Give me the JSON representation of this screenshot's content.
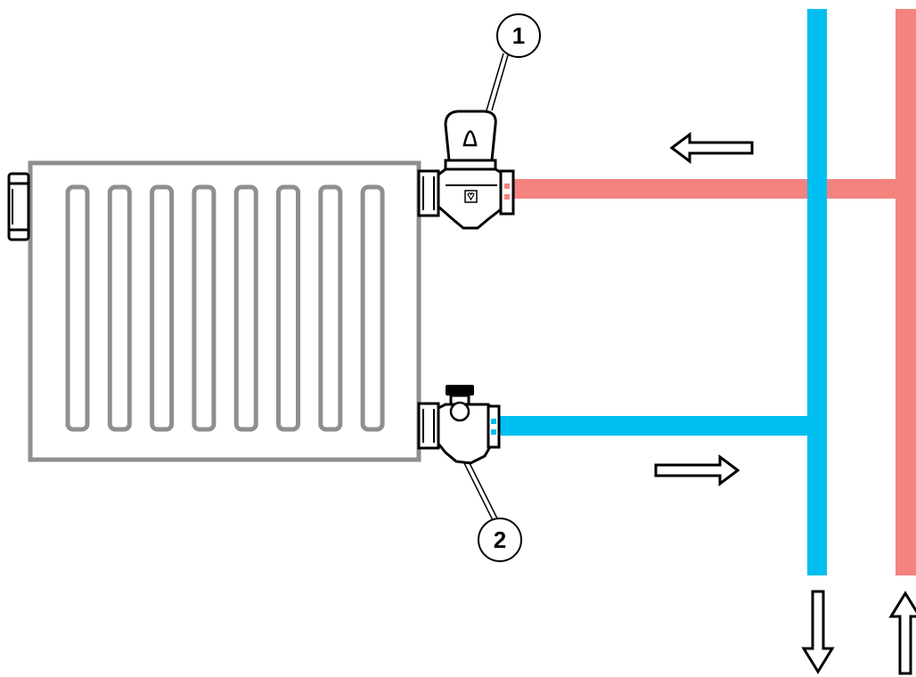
{
  "colors": {
    "supply_pipe": "#f4837f",
    "return_pipe": "#00bff0",
    "radiator_outline": "#8f8f91",
    "fitting_outline": "#000000",
    "background": "#ffffff"
  },
  "callouts": [
    {
      "label": "1",
      "refers_to": "thermostatic-valve"
    },
    {
      "label": "2",
      "refers_to": "return-lockshield-valve"
    }
  ],
  "flow_arrows": [
    {
      "name": "supply-flow-arrow",
      "direction": "left"
    },
    {
      "name": "return-flow-arrow",
      "direction": "right"
    },
    {
      "name": "riser-return-arrow",
      "direction": "down"
    },
    {
      "name": "riser-supply-arrow",
      "direction": "up"
    }
  ],
  "radiator": {
    "panel_count": 8
  },
  "icons": {
    "valve_body_mark": "square-heart-icon"
  }
}
